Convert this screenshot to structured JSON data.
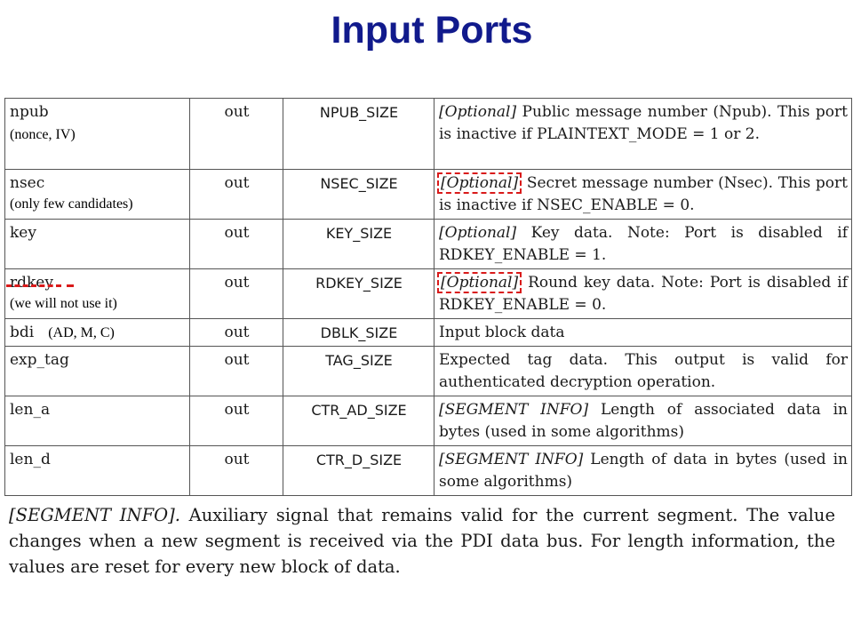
{
  "slide": {
    "title": "Input Ports"
  },
  "table": {
    "rows": [
      {
        "name": "npub",
        "note": "(nonce, IV)",
        "dir": "out",
        "size": "NPUB_SIZE",
        "tag": "[Optional]",
        "desc": " Public message number (Npub). This port is inactive if PLAINTEXT_MODE = 1 or 2."
      },
      {
        "name": "nsec",
        "note": "(only few candidates)",
        "dir": "out",
        "size": "NSEC_SIZE",
        "tag": "[Optional]",
        "desc": " Secret message number (Nsec). This port is inactive if NSEC_ENABLE = 0."
      },
      {
        "name": "key",
        "note": "",
        "dir": "out",
        "size": "KEY_SIZE",
        "tag": "[Optional]",
        "desc": " Key data. Note: Port is disabled if RDKEY_ENABLE = 1."
      },
      {
        "name": "rdkey",
        "note": "(we will not use it)",
        "dir": "out",
        "size": "RDKEY_SIZE",
        "tag": "[Optional]",
        "desc": " Round key data. Note: Port is disabled if RDKEY_ENABLE = 0."
      },
      {
        "name": "bdi",
        "note": "(AD, M, C)",
        "dir": "out",
        "size": "DBLK_SIZE",
        "tag": "",
        "desc": "Input block data"
      },
      {
        "name": "exp_tag",
        "note": "",
        "dir": "out",
        "size": "TAG_SIZE",
        "tag": "",
        "desc": "Expected tag data. This output is valid for authenticated decryption operation."
      },
      {
        "name": "len_a",
        "note": "",
        "dir": "out",
        "size": "CTR_AD_SIZE",
        "tag": "[SEGMENT INFO]",
        "desc": " Length of associated data in bytes (used in some algorithms)"
      },
      {
        "name": "len_d",
        "note": "",
        "dir": "out",
        "size": "CTR_D_SIZE",
        "tag": "[SEGMENT INFO]",
        "desc": " Length of data in bytes (used in some algorithms)"
      }
    ]
  },
  "footnote": {
    "tag": "[SEGMENT INFO].",
    "text": " Auxiliary signal that remains valid for the current segment. The value changes when a new segment is received via the PDI data bus. For length information, the values are reset for every new block of data."
  },
  "colors": {
    "title": "#111a8c",
    "highlight": "#d91a1a",
    "text": "#1a1a1a"
  }
}
